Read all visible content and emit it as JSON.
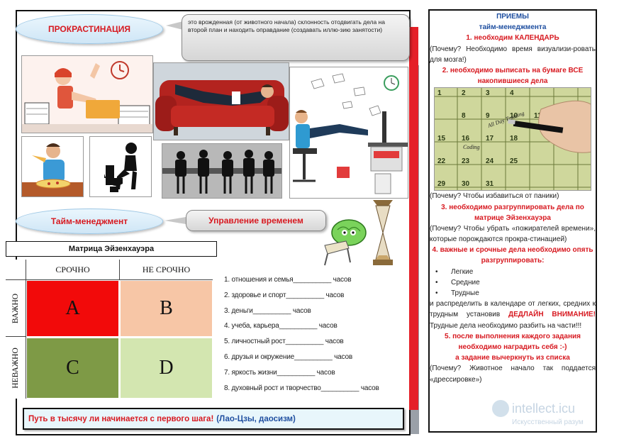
{
  "left": {
    "procrastination_title": "ПРОКРАСТИНАЦИЯ",
    "definition_text": "это  врожденная (от животного начала) склонность отодвигать дела на второй план и находить  оправдание (создавать иллю-зию занятости)",
    "time_management_title": "Тайм-менеджмент",
    "time_management_subtitle": "Управление временем",
    "matrix": {
      "title": "Матрица Эйзенхауэра",
      "col_urgent": "СРОЧНО",
      "col_not_urgent": "НЕ СРОЧНО",
      "row_important": "ВАЖНО",
      "row_not_important": "НЕВАЖНО",
      "cell_a": "A",
      "cell_b": "B",
      "cell_c": "C",
      "cell_d": "D",
      "colors": {
        "a": "#f20a0a",
        "b": "#f7c6a6",
        "c": "#7e9a46",
        "d": "#d3e6b0"
      }
    },
    "life_areas": [
      "1. отношения и семья__________ часов",
      "2. здоровье и спорт__________ часов",
      "3. деньги__________ часов",
      "4. учеба, карьера__________ часов",
      "5. личностный рост__________ часов",
      "6. друзья и окружение__________ часов",
      "7. яркость жизни__________ часов",
      "8. духовный рост и творчество__________ часов"
    ],
    "quote": "Путь в тысячу ли начинается с первого шага!",
    "quote_author": "(Лао-Цзы, даосизм)"
  },
  "right": {
    "title_line1": "ПРИЕМЫ",
    "title_line2": "тайм-менеджмента",
    "step1": "1. необходим КАЛЕНДАРЬ",
    "step1_note": "(Почему? Необходимо время визуализи-ровать для мозга!)",
    "step2": "2. необходимо выписать на бумаге ВСЕ накопившиеся дела",
    "step2_note": "(Почему? Чтобы избавиться от паники)",
    "step3": "3. необходимо разгруппировать дела по матрице Эйзенхауэра",
    "step3_note": "(Почему? Чтобы убрать «пожирателей времени», которые порождаются прокра-стинацией)",
    "step4": "4. важные и срочные дела необходимо опять разгруппировать:",
    "levels": [
      "Легкие",
      "Средние",
      "Трудные"
    ],
    "step4_text1": "и распределить в календаре от легких, средних к трудным установив",
    "step4_deadline": "ДЕДЛАЙН ВНИМАНИЕ!",
    "step4_text2": "Трудные дела необходимо разбить на части!!!",
    "step5": "5. после выполнения каждого задания необходимо наградить себя :-)",
    "step5b": "а задание вычеркнуть из списка",
    "step5_note": "(Почему? Животное начало так поддается «дрессировке»)",
    "calendar_numbers": [
      "1",
      "2",
      "3",
      "4",
      "8",
      "9",
      "10",
      "11",
      "15",
      "16",
      "17",
      "18",
      "22",
      "23",
      "24",
      "25",
      "29",
      "30",
      "31"
    ],
    "calendar_notes": [
      "All Day Training",
      "Coding"
    ]
  },
  "watermark": {
    "line1": "intellect.icu",
    "line2": "Искусственный разум"
  }
}
